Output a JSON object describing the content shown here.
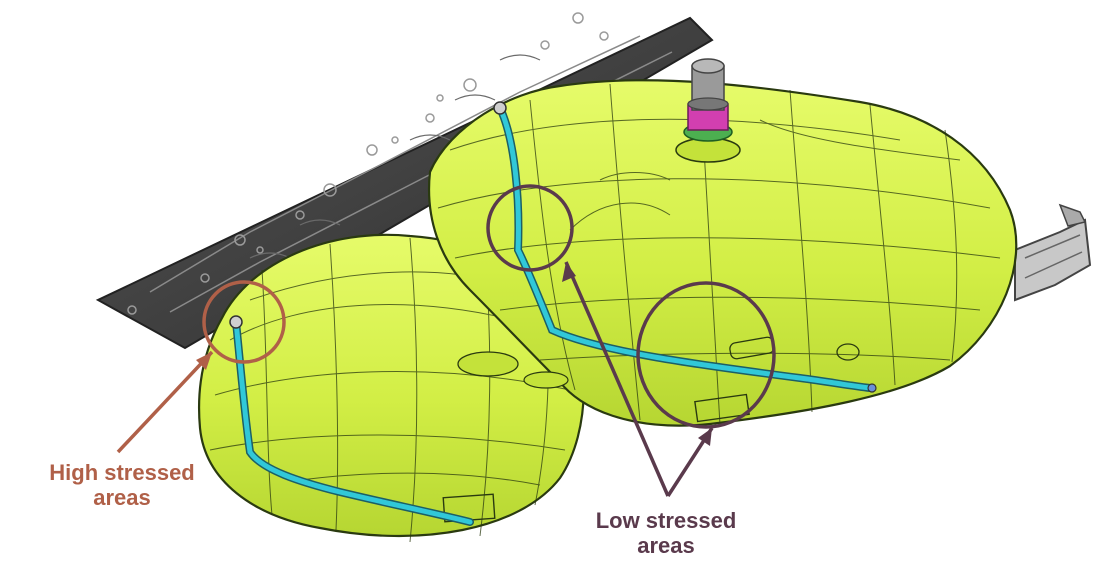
{
  "colors": {
    "tank_fill": "#d6f24a",
    "tank_shade": "#b9d93a",
    "tank_line": "#2a3a10",
    "tube": "#31c8d8",
    "plate": "#3d3d3d",
    "plate_line": "#8a8a8a",
    "high_stress": "#b06048",
    "low_stress": "#5a3a4c",
    "neck_magenta": "#d23fb0",
    "neck_green": "#4caf50"
  },
  "annotations": {
    "high": {
      "line1": "High stressed",
      "line2": "areas"
    },
    "low": {
      "line1": "Low stressed",
      "line2": "areas"
    }
  }
}
